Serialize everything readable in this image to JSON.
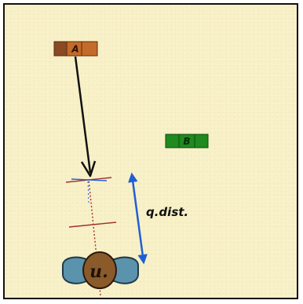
{
  "blocks": {
    "a": {
      "label": "A",
      "color": "#c46a2a",
      "dark": "#8a4a24",
      "border": "#5a2e10"
    },
    "b": {
      "label": "B",
      "color": "#1f8a1f",
      "dark": "#176817",
      "border": "#0c4a0c"
    }
  },
  "distance_label": "q.dist.",
  "user": {
    "label": "u.",
    "head_color": "#8b5a2b",
    "shoulder_color": "#5b93ad"
  },
  "colors": {
    "background": "#f8f0c6",
    "pointer_arrow": "#111111",
    "distance_arrow": "#1f5fd6",
    "sight_line": "#a03030"
  }
}
